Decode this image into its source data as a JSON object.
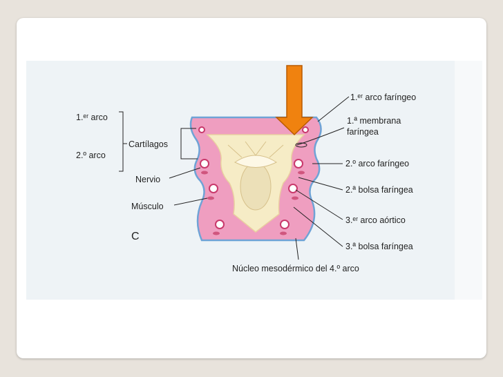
{
  "labels": {
    "arch1": "1.ᵉʳ arco",
    "arch2": "2.º arco",
    "cartilages": "Cartílagos",
    "nerve": "Nervio",
    "muscle": "Músculo",
    "panel": "C",
    "arch1_pharyngeal": "1.ᵉʳ arco faríngeo",
    "membrane_line1": "1.ª membrana",
    "membrane_line2": "faríngea",
    "arch2_pharyngeal": "2.º arco faríngeo",
    "pouch2": "2.ª bolsa faríngea",
    "aortic_arch3": "3.ᵉʳ arco aórtico",
    "pouch3": "3.ª bolsa faríngea",
    "nucleus": "Núcleo mesodérmico del 4.º arco"
  },
  "colors": {
    "pink": "#ef9ec0",
    "blue_edge": "#6fa3d6",
    "cream": "#f6ecc6",
    "arrow": "#f0820f"
  }
}
